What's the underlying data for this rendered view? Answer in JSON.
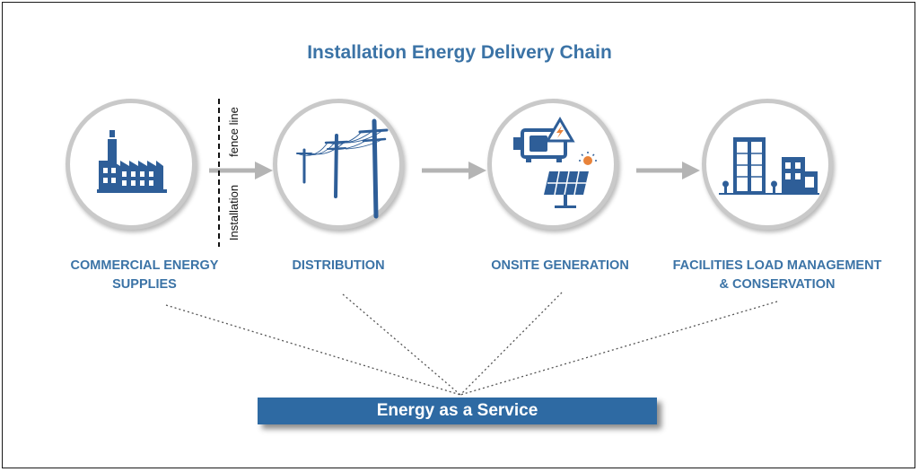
{
  "title": "Installation Energy Delivery Chain",
  "fence": {
    "upper_label": "fence line",
    "lower_label": "Installation"
  },
  "stages": [
    {
      "label_line1": "COMMERCIAL ENERGY",
      "label_line2": "SUPPLIES",
      "icon": "factory-icon"
    },
    {
      "label_line1": "DISTRIBUTION",
      "label_line2": "",
      "icon": "power-lines-icon"
    },
    {
      "label_line1": "ONSITE GENERATION",
      "label_line2": "",
      "icon": "generator-solar-icon"
    },
    {
      "label_line1": "FACILITIES LOAD MANAGEMENT",
      "label_line2": "& CONSERVATION",
      "icon": "buildings-icon"
    }
  ],
  "service_bar": "Energy as a Service",
  "colors": {
    "accent_blue": "#3b73a6",
    "icon_blue": "#2e5e98",
    "bar_blue": "#2e6aa3",
    "arrow_gray": "#b4b4b4",
    "circle_border": "#c9c9c9"
  }
}
